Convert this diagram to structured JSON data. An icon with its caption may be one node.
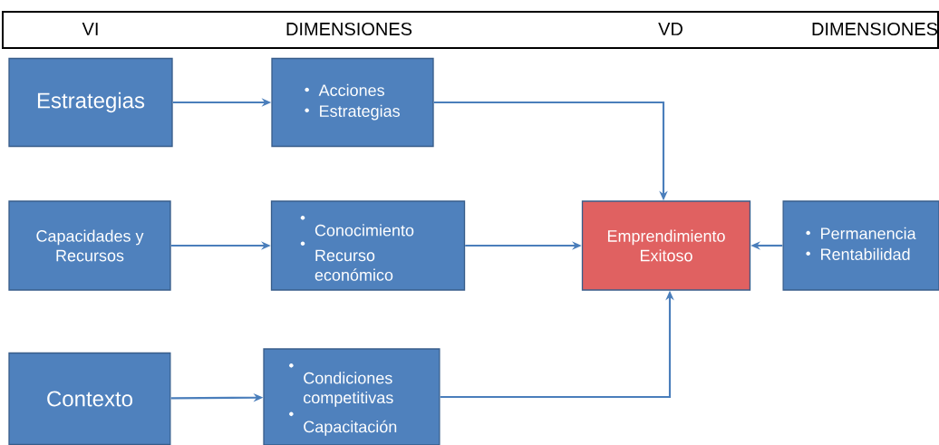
{
  "diagram": {
    "nodes": [
      {
        "text": [
          "VI",
          "DIMENSIONES",
          "VD",
          "DIMENSIONES"
        ]
      },
      {
        "text": [
          "Estrategias"
        ]
      },
      {
        "text": [
          "Acciones",
          "Estrategias"
        ]
      },
      {
        "text": [
          "Capacidades y Recursos"
        ]
      },
      {
        "text": [
          "Conocimiento",
          "Recurso económico"
        ]
      },
      {
        "text": [
          "Contexto"
        ]
      },
      {
        "text": [
          "Condiciones competitivas",
          "Capacitación"
        ]
      },
      {
        "text": [
          "Emprendimiento Exitoso"
        ]
      },
      {
        "text": [
          "Permanencia",
          "Rentabilidad"
        ]
      }
    ],
    "edges": [
      {
        "from": 1,
        "to": 2,
        "arrow": "to"
      },
      {
        "from": 2,
        "to": 7,
        "arrow": "to"
      },
      {
        "from": 3,
        "to": 4,
        "arrow": "to"
      },
      {
        "from": 4,
        "to": 7,
        "arrow": "to"
      },
      {
        "from": 5,
        "to": 6,
        "arrow": "to"
      },
      {
        "from": 6,
        "to": 7,
        "arrow": "to"
      },
      {
        "from": 8,
        "to": 7,
        "arrow": "to"
      }
    ]
  }
}
